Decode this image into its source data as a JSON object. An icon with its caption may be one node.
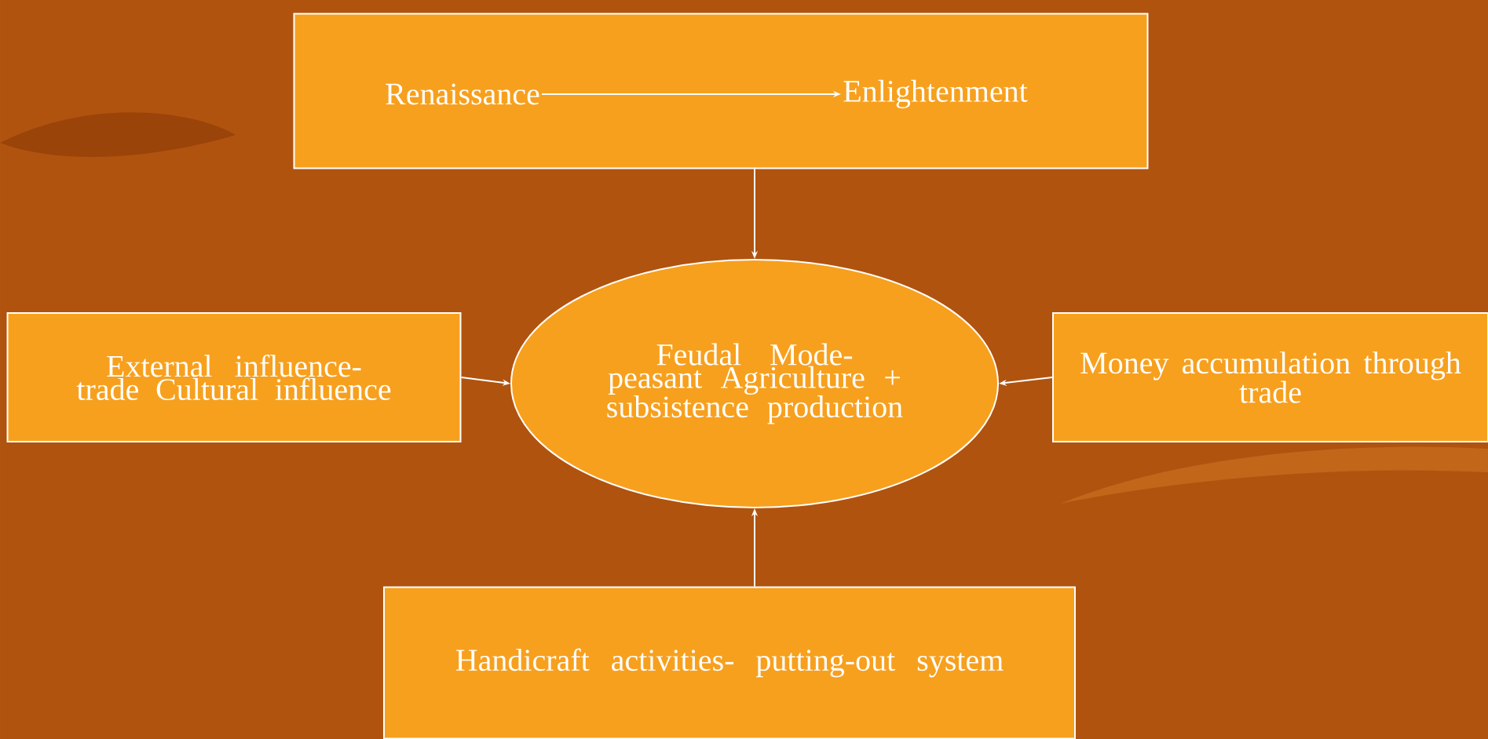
{
  "diagram": {
    "nodes": [
      {
        "text": [],
        "shape": "box"
      },
      {
        "text": [
          "Renaissance"
        ],
        "in": 0
      },
      {
        "text": [
          "Enlightenment"
        ],
        "in": 0
      },
      {
        "text": [
          "Feudal Mode-peasant Agriculture + subsistence production"
        ]
      },
      {
        "text": [
          "External influence-trade Cultural influence"
        ]
      },
      {
        "text": [
          "Money accumulation through trade"
        ]
      },
      {
        "text": [
          "Handicraft activities- putting-out system"
        ]
      }
    ],
    "edges": [
      {
        "from": 1,
        "to": 2,
        "arrow": "to"
      },
      {
        "from": 0,
        "to": 3,
        "arrow": "to"
      },
      {
        "from": 4,
        "to": 3,
        "arrow": "to"
      },
      {
        "from": 5,
        "to": 3,
        "arrow": "to"
      },
      {
        "from": 6,
        "to": 3,
        "arrow": "to"
      }
    ]
  }
}
